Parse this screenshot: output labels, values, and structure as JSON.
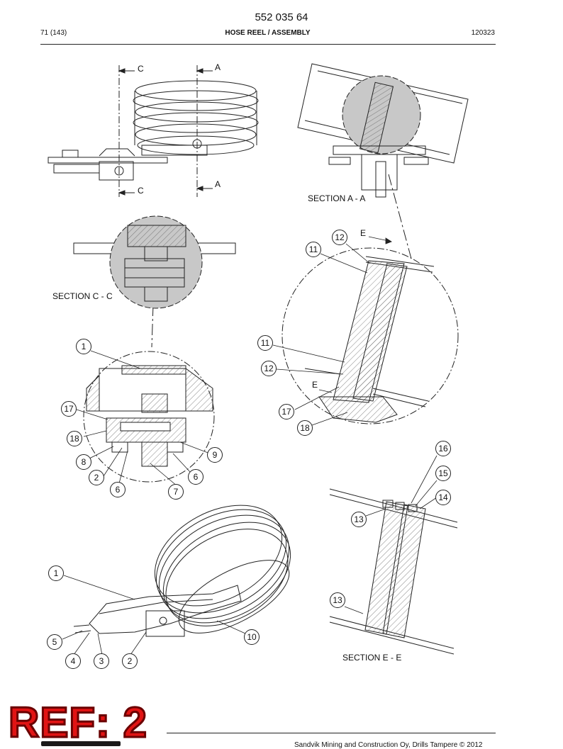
{
  "header": {
    "part_number": "552 035 64",
    "page": "71 (143)",
    "title": "HOSE REEL / ASSEMBLY",
    "code": "120323"
  },
  "section_labels": {
    "cut_c": "C",
    "cut_a": "A",
    "section_aa": "SECTION A - A",
    "section_cc": "SECTION C - C",
    "section_ee": "SECTION E - E",
    "cut_e": "E"
  },
  "callouts": [
    {
      "id": "c1a",
      "text": "1"
    },
    {
      "id": "c17a",
      "text": "17"
    },
    {
      "id": "c18a",
      "text": "18"
    },
    {
      "id": "c8",
      "text": "8"
    },
    {
      "id": "c2a",
      "text": "2"
    },
    {
      "id": "c6a",
      "text": "6"
    },
    {
      "id": "c7",
      "text": "7"
    },
    {
      "id": "c6b",
      "text": "6"
    },
    {
      "id": "c9",
      "text": "9"
    },
    {
      "id": "c12a",
      "text": "12"
    },
    {
      "id": "c11a",
      "text": "11"
    },
    {
      "id": "c11b",
      "text": "11"
    },
    {
      "id": "c12b",
      "text": "12"
    },
    {
      "id": "c17b",
      "text": "17"
    },
    {
      "id": "c18b",
      "text": "18"
    },
    {
      "id": "c16",
      "text": "16"
    },
    {
      "id": "c15",
      "text": "15"
    },
    {
      "id": "c14",
      "text": "14"
    },
    {
      "id": "c13a",
      "text": "13"
    },
    {
      "id": "c13b",
      "text": "13"
    },
    {
      "id": "c1b",
      "text": "1"
    },
    {
      "id": "c5",
      "text": "5"
    },
    {
      "id": "c10",
      "text": "10"
    },
    {
      "id": "c4",
      "text": "4"
    },
    {
      "id": "c3",
      "text": "3"
    },
    {
      "id": "c2b",
      "text": "2"
    }
  ],
  "stamp": {
    "text": "REF: 2",
    "color": "#e11414"
  },
  "footer": {
    "copyright": "Sandvik Mining and Construction Oy, Drills Tampere © 2012"
  }
}
